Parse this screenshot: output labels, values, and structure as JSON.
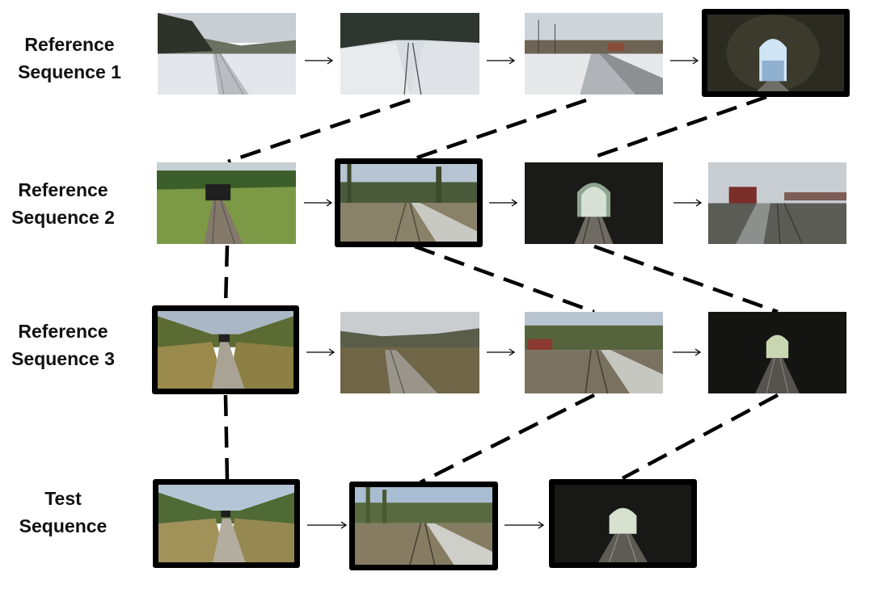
{
  "rows": [
    {
      "label_line1": "Reference",
      "label_line2": "Sequence 1",
      "frames": [
        {
          "scene": "snow-track",
          "highlighted": false
        },
        {
          "scene": "snow-cut",
          "highlighted": false
        },
        {
          "scene": "snow-station",
          "highlighted": false
        },
        {
          "scene": "tunnel-bright",
          "highlighted": true
        }
      ]
    },
    {
      "label_line1": "Reference",
      "label_line2": "Sequence 2",
      "frames": [
        {
          "scene": "tunnel-portal-green",
          "highlighted": false
        },
        {
          "scene": "station-platform",
          "highlighted": true
        },
        {
          "scene": "tunnel-dark",
          "highlighted": false
        },
        {
          "scene": "red-station",
          "highlighted": false
        }
      ]
    },
    {
      "label_line1": "Reference",
      "label_line2": "Sequence 3",
      "frames": [
        {
          "scene": "forest-cut",
          "highlighted": true
        },
        {
          "scene": "open-valley",
          "highlighted": false
        },
        {
          "scene": "station-platform-2",
          "highlighted": false
        },
        {
          "scene": "tunnel-dark-2",
          "highlighted": false
        }
      ]
    },
    {
      "label_line1": "Test",
      "label_line2": "Sequence",
      "frames": [
        {
          "scene": "forest-cut-test",
          "highlighted": true
        },
        {
          "scene": "station-test",
          "highlighted": true
        },
        {
          "scene": "tunnel-test",
          "highlighted": true
        }
      ]
    }
  ],
  "colors": {
    "line": "#000000",
    "arrow": "#000000",
    "background": "#ffffff"
  }
}
